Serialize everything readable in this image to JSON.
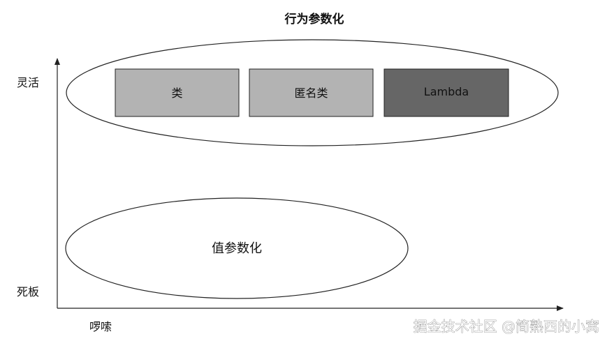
{
  "title": "行为参数化",
  "y_axis": {
    "top_label": "灵活",
    "bottom_label": "死板"
  },
  "x_axis": {
    "left_label": "啰嗦"
  },
  "behavior_group": {
    "items": [
      {
        "label": "类",
        "fill": "#b3b3b3"
      },
      {
        "label": "匿名类",
        "fill": "#b3b3b3"
      },
      {
        "label": "Lambda",
        "fill": "#666666"
      }
    ]
  },
  "value_group": {
    "label": "值参数化"
  },
  "watermark": "掘金技术社区 @简熟西的小窝"
}
